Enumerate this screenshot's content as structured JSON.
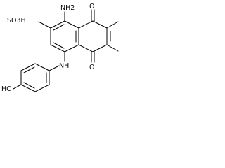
{
  "labels": {
    "so3h": "SO3H",
    "nh2": "NH2",
    "top_oxygen": "O",
    "bottom_oxygen": "O",
    "nh": "NH",
    "ho": "HO"
  }
}
